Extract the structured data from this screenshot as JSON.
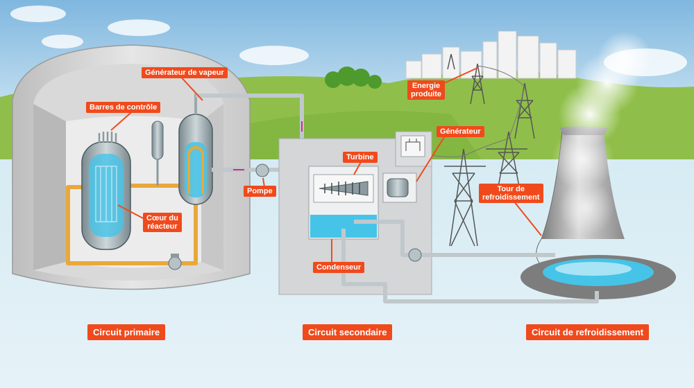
{
  "labels": {
    "steam_generator": "Générateur de vapeur",
    "control_rods": "Barres de contrôle",
    "core_line1": "Cœur du",
    "core_line2": "réacteur",
    "pump": "Pompe",
    "turbine": "Turbine",
    "generator": "Générateur",
    "energy_line1": "Energie",
    "energy_line2": "produite",
    "tower_line1": "Tour de",
    "tower_line2": "refroidissement",
    "condenser": "Condenseur"
  },
  "circuits": {
    "primary": "Circuit primaire",
    "secondary": "Circuit secondaire",
    "cooling": "Circuit de refroidissement"
  },
  "colors": {
    "label_bg": "#f04a1c",
    "primary_pipe": "#e8a83a",
    "water": "#45c4e8",
    "sky_top": "#7fb7df",
    "hill": "#8fbf4a"
  }
}
